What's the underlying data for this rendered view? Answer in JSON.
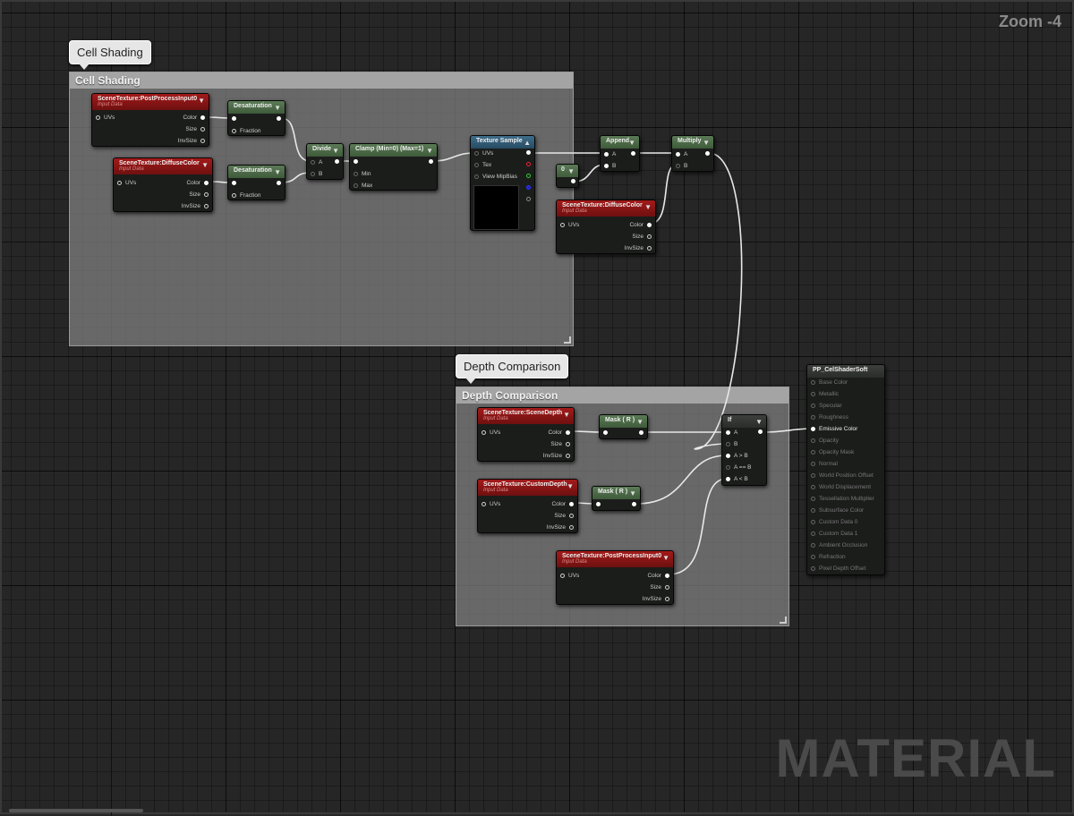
{
  "view": {
    "zoom_label": "Zoom -4",
    "watermark": "MATERIAL"
  },
  "comments": {
    "cell_shading": {
      "bubble": "Cell Shading",
      "header": "Cell Shading"
    },
    "depth_comparison": {
      "bubble": "Depth Comparison",
      "header": "Depth Comparison"
    }
  },
  "nodes": {
    "scene_post_1": {
      "title": "SceneTexture:PostProcessInput0",
      "subtitle": "Input Data",
      "in_uvs": "UVs",
      "out_color": "Color",
      "out_size": "Size",
      "out_invsize": "InvSize"
    },
    "scene_diffuse_1": {
      "title": "SceneTexture:DiffuseColor",
      "subtitle": "Input Data",
      "in_uvs": "UVs",
      "out_color": "Color",
      "out_size": "Size",
      "out_invsize": "InvSize"
    },
    "desat_1": {
      "title": "Desaturation",
      "in_fraction": "Fraction"
    },
    "desat_2": {
      "title": "Desaturation",
      "in_fraction": "Fraction"
    },
    "divide": {
      "title": "Divide",
      "in_a": "A",
      "in_b": "B"
    },
    "clamp": {
      "title": "Clamp (Min=0) (Max=1)",
      "in_min": "Min",
      "in_max": "Max"
    },
    "texture_sample": {
      "title": "Texture Sample",
      "in_uvs": "UVs",
      "in_tex": "Tex",
      "in_mipbias": "View MipBias"
    },
    "const_zero": {
      "title": "0"
    },
    "scene_diffuse_2": {
      "title": "SceneTexture:DiffuseColor",
      "subtitle": "Input Data",
      "in_uvs": "UVs",
      "out_color": "Color",
      "out_size": "Size",
      "out_invsize": "InvSize"
    },
    "append": {
      "title": "Append",
      "in_a": "A",
      "in_b": "B"
    },
    "multiply": {
      "title": "Multiply",
      "in_a": "A",
      "in_b": "B"
    },
    "scene_depth": {
      "title": "SceneTexture:SceneDepth",
      "subtitle": "Input Data",
      "in_uvs": "UVs",
      "out_color": "Color",
      "out_size": "Size",
      "out_invsize": "InvSize"
    },
    "scene_custom_depth": {
      "title": "SceneTexture:CustomDepth",
      "subtitle": "Input Data",
      "in_uvs": "UVs",
      "out_color": "Color",
      "out_size": "Size",
      "out_invsize": "InvSize"
    },
    "scene_post_2": {
      "title": "SceneTexture:PostProcessInput0",
      "subtitle": "Input Data",
      "in_uvs": "UVs",
      "out_color": "Color",
      "out_size": "Size",
      "out_invsize": "InvSize"
    },
    "mask_1": {
      "title": "Mask ( R )"
    },
    "mask_2": {
      "title": "Mask ( R )"
    },
    "if_node": {
      "title": "If",
      "in_a": "A",
      "in_b": "B",
      "in_agb": "A > B",
      "in_aeb": "A == B",
      "in_alb": "A < B"
    },
    "result": {
      "title": "PP_CelShaderSoft",
      "pins": [
        "Base Color",
        "Metallic",
        "Specular",
        "Roughness",
        "Emissive Color",
        "Opacity",
        "Opacity Mask",
        "Normal",
        "World Position Offset",
        "World Displacement",
        "Tessellation Multiplier",
        "Subsurface Color",
        "Custom Data 0",
        "Custom Data 1",
        "Ambient Occlusion",
        "Refraction",
        "Pixel Depth Offset"
      ],
      "active_pin": "Emissive Color"
    }
  },
  "colors": {
    "wire": "#e8e8e8",
    "scene_header": "#a31a1a",
    "math_header": "#5b7a56",
    "texture_header": "#3f6d8a"
  }
}
